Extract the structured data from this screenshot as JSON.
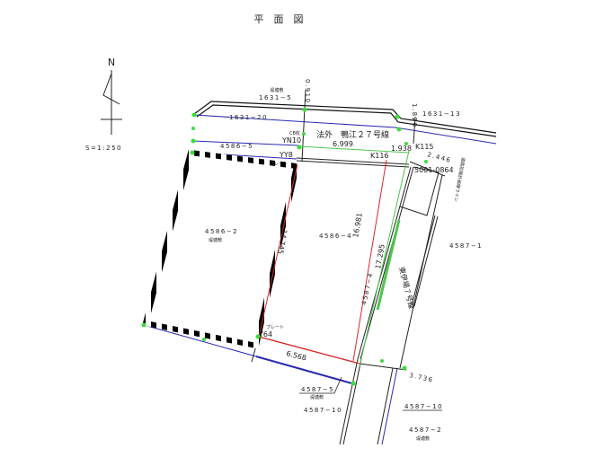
{
  "title": "平　面　図",
  "north_label": "N",
  "scale": "S=1:250",
  "colors": {
    "boundary_red": "#d42a2a",
    "boundary_green": "#4cc64c",
    "line_blue": "#2a2ab0",
    "point_green": "#3ddc3d"
  },
  "labels": {
    "p1631_5": "1631−5",
    "p1631_5_sub": "堤塘敷",
    "p1631_20": "1631−20",
    "p1631_13": "1631−13",
    "dim_0910": "0.910",
    "dim_1820": "1.820",
    "road_north": "法外　鴨江２７号線",
    "cb": "CB杭",
    "yn10": "YN10",
    "yy8": "YY8",
    "plate1": "プレート",
    "p4586_5": "4586−5",
    "dim_6999": "6.999",
    "dim_1938": "1.938",
    "k115": "K115",
    "k116": "K116",
    "dim_2446": "2.446",
    "p5001": "5001-0864",
    "vertical_note": "道路拡幅計画線ライン",
    "p4586_2": "4586−2",
    "p4586_2_sub": "堤塘敷",
    "dim_14745": "14.745",
    "p4586_4": "4586−4",
    "dim_16981": "16.981",
    "dim_17295": "17.295",
    "p4587_4": "4587−4",
    "road_east": "東伊場７号線",
    "p4587_1": "4587−1",
    "plate2": "プレート",
    "y64": "Y64",
    "dim_6568": "6.568",
    "dim_3736": "3.736",
    "p4587_5": "4587−5",
    "p4587_5_sub": "堤塘敷",
    "p4587_10a": "4587−10",
    "p4587_10b": "4587−10",
    "p4587_2": "4587−2",
    "p4587_2_sub": "堤塘敷"
  }
}
